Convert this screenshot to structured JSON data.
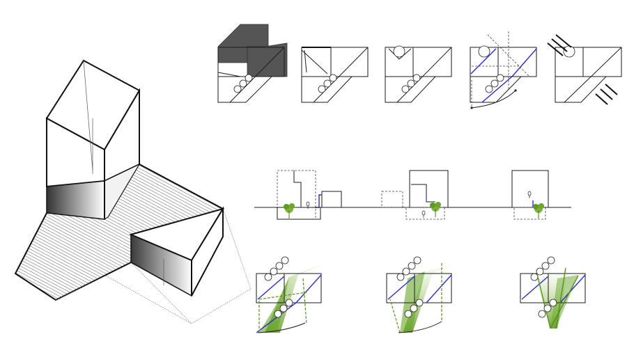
{
  "colors": {
    "line": "#1a1a1a",
    "circulation_blue": "#2b2bd1",
    "view_cone_green": "#7ab32e",
    "solid_fill": "#555555",
    "hatch": "#333333",
    "vegetation": "#5f9a25"
  },
  "figure": {
    "axonometric": {
      "name": "axonometric-massing"
    },
    "plan_sequence": {
      "count": 5
    },
    "sections": {
      "count": 3
    },
    "view_plans": {
      "count": 3
    }
  }
}
